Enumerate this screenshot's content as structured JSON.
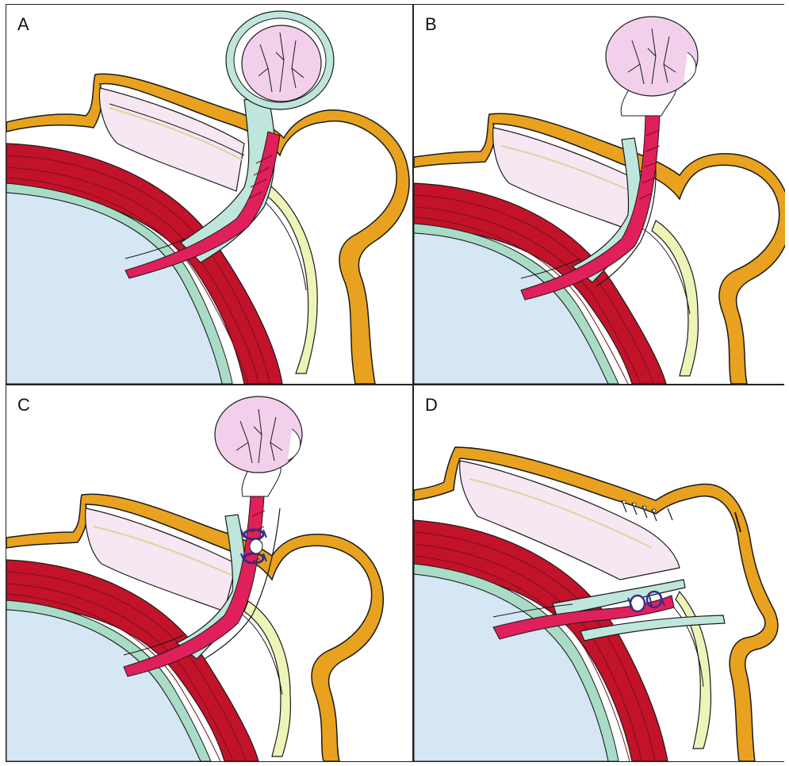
{
  "panels": [
    {
      "label": "A",
      "stage": "A"
    },
    {
      "label": "B",
      "stage": "B"
    },
    {
      "label": "C",
      "stage": "C"
    },
    {
      "label": "D",
      "stage": "D"
    }
  ],
  "colors": {
    "globe_fill": "#d5e6f5",
    "choroid_teal": "#a9dcc7",
    "muscle_red": "#c2132b",
    "muscle_stripe": "#7e0f1c",
    "skin_orange": "#e8a21f",
    "lid_pink": "#f6e7f2",
    "stalk_cyan": "#bfe6dc",
    "vessel_pink": "#e0205a",
    "cyst_pink": "#f2d0ec",
    "yellow_layer": "#eef3b8",
    "suture_purple": "#3a2a8a",
    "outline": "#1a1a1a"
  }
}
